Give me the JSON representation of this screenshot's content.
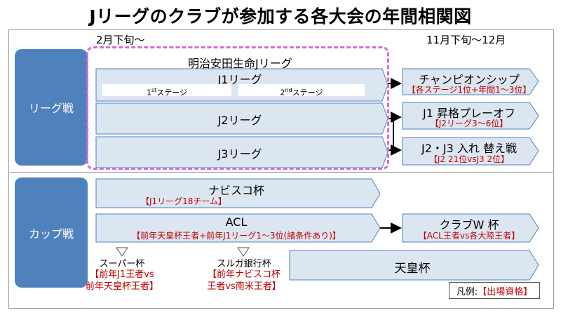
{
  "title": "Jリーグのクラブが参加する各大会の年間相関図",
  "period_start": "2月下旬〜",
  "period_end": "11月下旬〜12月",
  "categories": {
    "league": "リーグ戦",
    "cup": "カップ戦"
  },
  "j_league_group": "明治安田生命Jリーグ",
  "j1": {
    "label": "J1リーグ",
    "stage1_base": "1",
    "stage1_sup": "st",
    "stage1_text": "ステージ",
    "stage2_base": "2",
    "stage2_sup": "nd",
    "stage2_text": "ステージ"
  },
  "j2": {
    "label": "J2リーグ"
  },
  "j3": {
    "label": "J3リーグ"
  },
  "championship": {
    "label": "チャンピオンシップ",
    "sub": "【各ステージ1位+年間1〜3位】"
  },
  "j1_playoff": {
    "label": "J1 昇格プレーオフ",
    "sub": "【J2リーグ3〜6位】"
  },
  "j2j3": {
    "label": "J2・J3 入れ 替え戦",
    "sub": "【J2 21位vsJ3 2位】"
  },
  "nabisco": {
    "label": "ナビスコ杯",
    "sub": "【J1リーグ18チーム】"
  },
  "acl": {
    "label": "ACL",
    "sub": "【前年天皇杯王者+前年J1リーグ1〜3位(諸条件あり)】"
  },
  "club_wc": {
    "label": "クラブW 杯",
    "sub": "【ACL王者vs各大陸王者】"
  },
  "emperor": {
    "label": "天皇杯"
  },
  "super_cup": {
    "label": "スーパー杯",
    "line1": "【前年J1王者vs",
    "line2": "前年天皇杯王者】"
  },
  "suruga": {
    "label": "スルガ銀行杯",
    "line1": "【前年ナビスコ杯",
    "line2": "王者vs南米王者】"
  },
  "legend": {
    "prefix": "凡例: ",
    "text": "【出場資格】"
  },
  "colors": {
    "accent": "#4f81bd",
    "dash": "#d66bd6",
    "red": "#c00000",
    "arrow_fill": "#dce6f1",
    "arrow_stroke": "#4f81bd"
  }
}
